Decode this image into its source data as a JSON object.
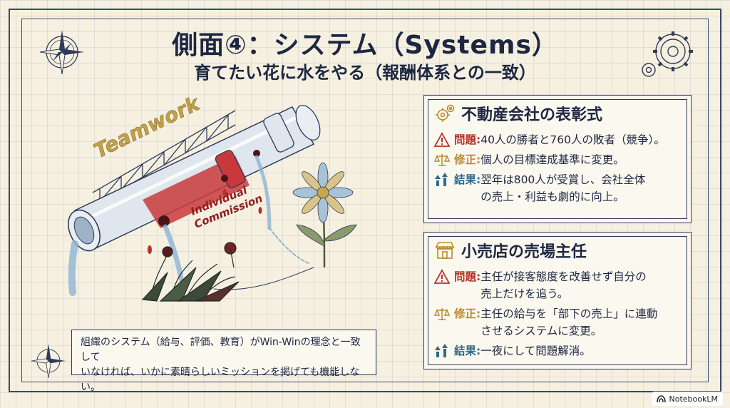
{
  "title": "側面④：システム（Systems）",
  "subtitle": "育てたい花に水をやる（報酬体系との一致）",
  "illustration": {
    "pipe_label_teamwork": "Teamwork",
    "pipe_label_individual_line1": "Individual",
    "pipe_label_individual_line2": "Commission"
  },
  "caption": {
    "line1": "組織のシステム（給与、評価、教育）がWin-Winの理念と一致して",
    "line2": "いなければ、いかに素晴らしいミッションを掲げても機能しない。"
  },
  "cards": [
    {
      "heading": "不動産会社の表彰式",
      "icon": "gears-icon",
      "problem_label": "問題:",
      "problem_text": "40人の勝者と760人の敗者（競争）。",
      "fix_label": "修正:",
      "fix_text": "個人の目標達成基準に変更。",
      "result_label": "結果:",
      "result_text_line1": "翌年は800人が受賞し、会社全体",
      "result_text_line2": "の売上・利益も劇的に向上。"
    },
    {
      "heading": "小売店の売場主任",
      "icon": "store-icon",
      "problem_label": "問題:",
      "problem_text_line1": "主任が接客態度を改善せず自分の",
      "problem_text_line2": "売上だけを追う。",
      "fix_label": "修正:",
      "fix_text_line1": "主任の給与を「部下の売上」に連動",
      "fix_text_line2": "させるシステムに変更。",
      "result_label": "結果:",
      "result_text": "一夜にして問題解消。"
    }
  ],
  "watermark": "NotebookLM",
  "colors": {
    "problem": "#b5322a",
    "fix": "#b98b2c",
    "result": "#2f6a8a",
    "ink": "#1d2742",
    "paper": "#f6f0e1"
  }
}
